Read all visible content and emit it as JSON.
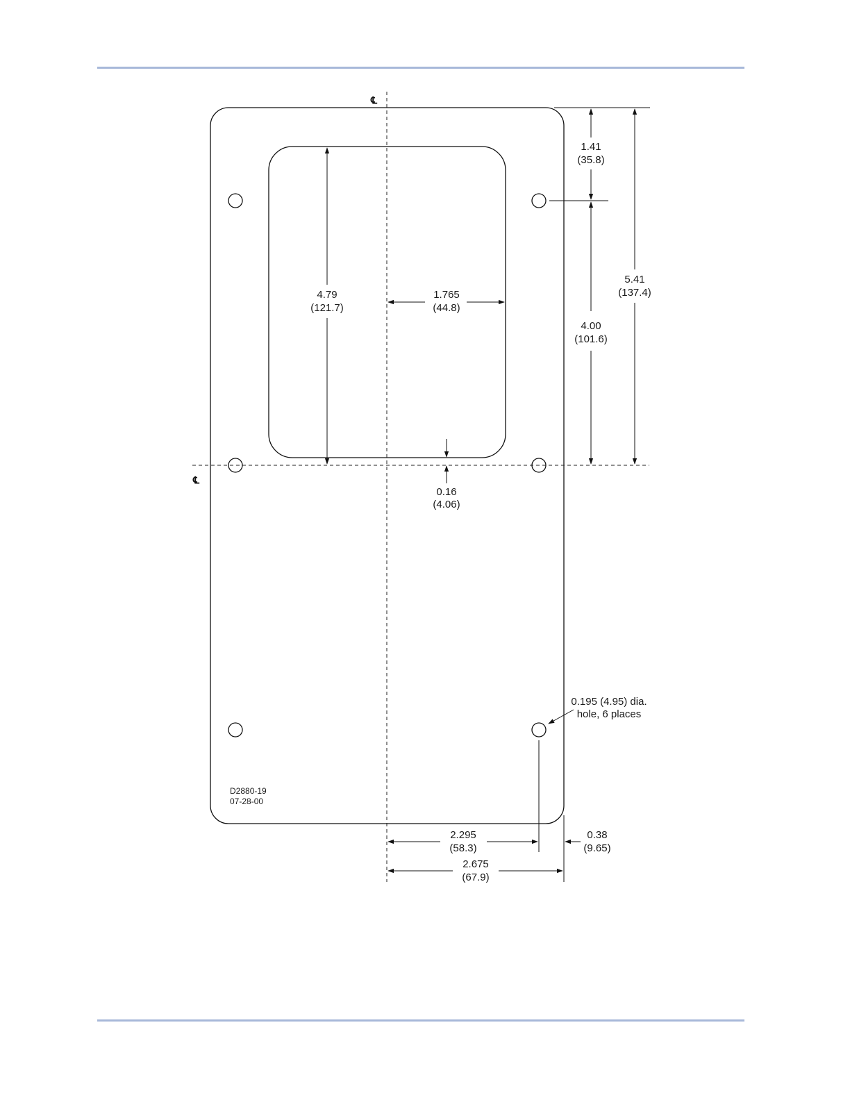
{
  "drawing": {
    "centerline_symbol": "℄",
    "labels": {
      "top_to_hole": [
        "1.41",
        "(35.8)"
      ],
      "hole_to_center": [
        "4.00",
        "(101.6)"
      ],
      "top_to_center": [
        "5.41",
        "(137.4)"
      ],
      "cutout_height": [
        "4.79",
        "(121.7)"
      ],
      "cutout_half_width": [
        "1.765",
        "(44.8)"
      ],
      "cutout_offset": [
        "0.16",
        "(4.06)"
      ],
      "hole_note": [
        "0.195 (4.95) dia.",
        "hole, 6 places"
      ],
      "hole_x_offset": [
        "2.295",
        "(58.3)"
      ],
      "edge_margin": [
        "0.38",
        "(9.65)"
      ],
      "half_width": [
        "2.675",
        "(67.9)"
      ]
    },
    "drawing_number": "D2880-19",
    "drawing_date": "07-28-00"
  }
}
